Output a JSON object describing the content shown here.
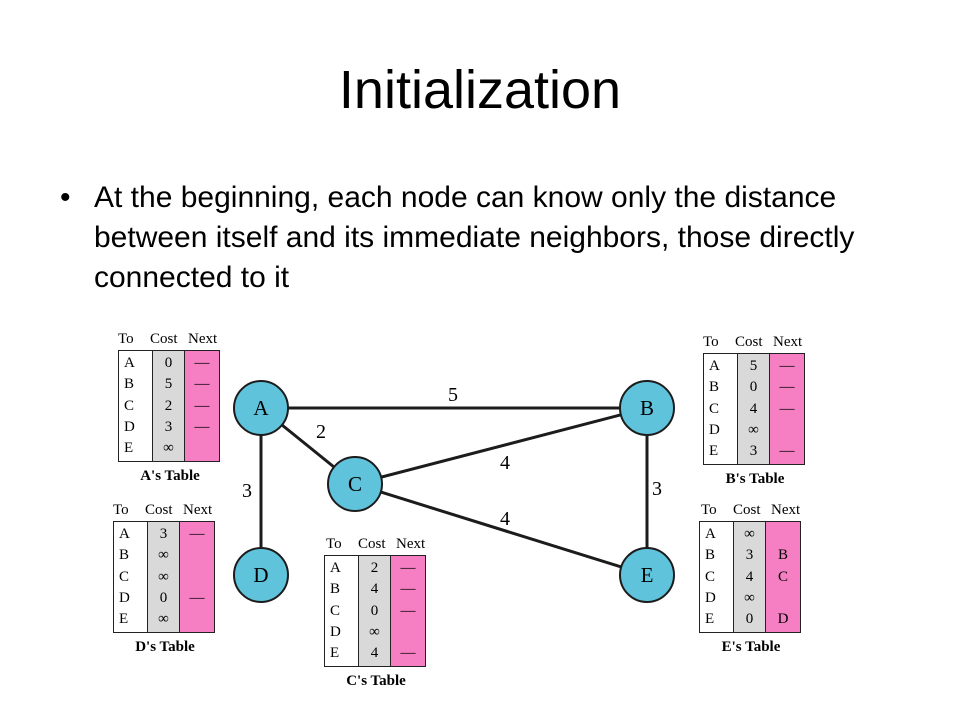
{
  "slide": {
    "title": "Initialization",
    "bullet_mark": "•",
    "bullet": "At the beginning, each node can know only the distance between itself and its immediate neighbors, those directly connected to it"
  },
  "nodes": [
    {
      "id": "A",
      "label": "A"
    },
    {
      "id": "B",
      "label": "B"
    },
    {
      "id": "C",
      "label": "C"
    },
    {
      "id": "D",
      "label": "D"
    },
    {
      "id": "E",
      "label": "E"
    }
  ],
  "edges": [
    {
      "from": "A",
      "to": "B",
      "cost": "5"
    },
    {
      "from": "A",
      "to": "C",
      "cost": "2"
    },
    {
      "from": "A",
      "to": "D",
      "cost": "3"
    },
    {
      "from": "C",
      "to": "B",
      "cost": "4"
    },
    {
      "from": "C",
      "to": "E",
      "cost": "4"
    },
    {
      "from": "B",
      "to": "E",
      "cost": "3"
    }
  ],
  "table_headers": {
    "to": "To",
    "cost": "Cost",
    "next": "Next"
  },
  "tables": {
    "A": {
      "caption": "A's Table",
      "to": [
        "A",
        "B",
        "C",
        "D",
        "E"
      ],
      "cost": [
        "0",
        "5",
        "2",
        "3",
        "∞"
      ],
      "next": [
        "—",
        "—",
        "—",
        "—",
        ""
      ]
    },
    "B": {
      "caption": "B's Table",
      "to": [
        "A",
        "B",
        "C",
        "D",
        "E"
      ],
      "cost": [
        "5",
        "0",
        "4",
        "∞",
        "3"
      ],
      "next": [
        "—",
        "—",
        "—",
        "",
        "—"
      ]
    },
    "C": {
      "caption": "C's Table",
      "to": [
        "A",
        "B",
        "C",
        "D",
        "E"
      ],
      "cost": [
        "2",
        "4",
        "0",
        "∞",
        "4"
      ],
      "next": [
        "—",
        "—",
        "—",
        "",
        "—"
      ]
    },
    "D": {
      "caption": "D's Table",
      "to": [
        "A",
        "B",
        "C",
        "D",
        "E"
      ],
      "cost": [
        "3",
        "∞",
        "∞",
        "0",
        "∞"
      ],
      "next": [
        "—",
        "",
        "",
        "—",
        ""
      ]
    },
    "E": {
      "caption": "E's Table",
      "to": [
        "A",
        "B",
        "C",
        "D",
        "E"
      ],
      "cost": [
        "∞",
        "3",
        "4",
        "∞",
        "0"
      ],
      "next": [
        "",
        "B",
        "C",
        "",
        "D"
      ]
    }
  },
  "colors": {
    "node_fill": "#5fc3dc",
    "node_stroke": "#1c1c1c",
    "cost_column": "#d9d9d9",
    "next_column": "#f57fc2"
  }
}
